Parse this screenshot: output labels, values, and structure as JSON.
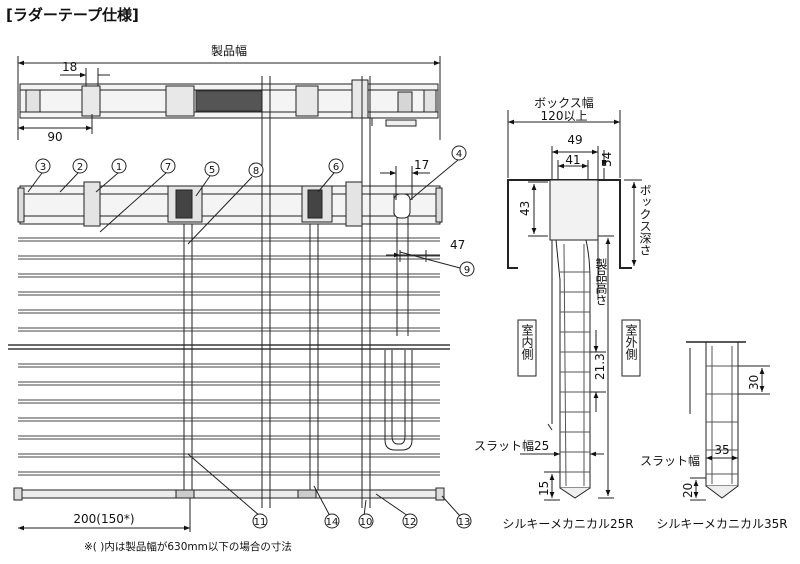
{
  "title": "[ラダーテープ仕様]",
  "front": {
    "width_label": "製品幅",
    "dim_18": "18",
    "dim_90": "90",
    "dim_17": "17",
    "dim_47": "47",
    "dim_200": "200(150*)",
    "footnote": "※( )内は製品幅が630mm以下の場合の寸法"
  },
  "callouts": [
    "1",
    "2",
    "3",
    "4",
    "5",
    "6",
    "7",
    "8",
    "9",
    "10",
    "11",
    "12",
    "13",
    "14"
  ],
  "side25": {
    "box_width_label": "ボックス幅",
    "box_width_value": "120以上",
    "dim_49": "49",
    "dim_41": "41",
    "dim_54": "54",
    "dim_43": "43",
    "box_depth_label": "ボックス深さ",
    "product_height_label": "製品高さ",
    "indoor_label": "室内側",
    "outdoor_label": "室外側",
    "dim_213": "21.3",
    "slat_width_label": "スラット幅25",
    "dim_15": "15",
    "caption": "シルキーメカニカル25R"
  },
  "side35": {
    "dim_30": "30",
    "slat_width_label": "スラット幅",
    "dim_35": "35",
    "dim_20": "20",
    "caption": "シルキーメカニカル35R"
  }
}
